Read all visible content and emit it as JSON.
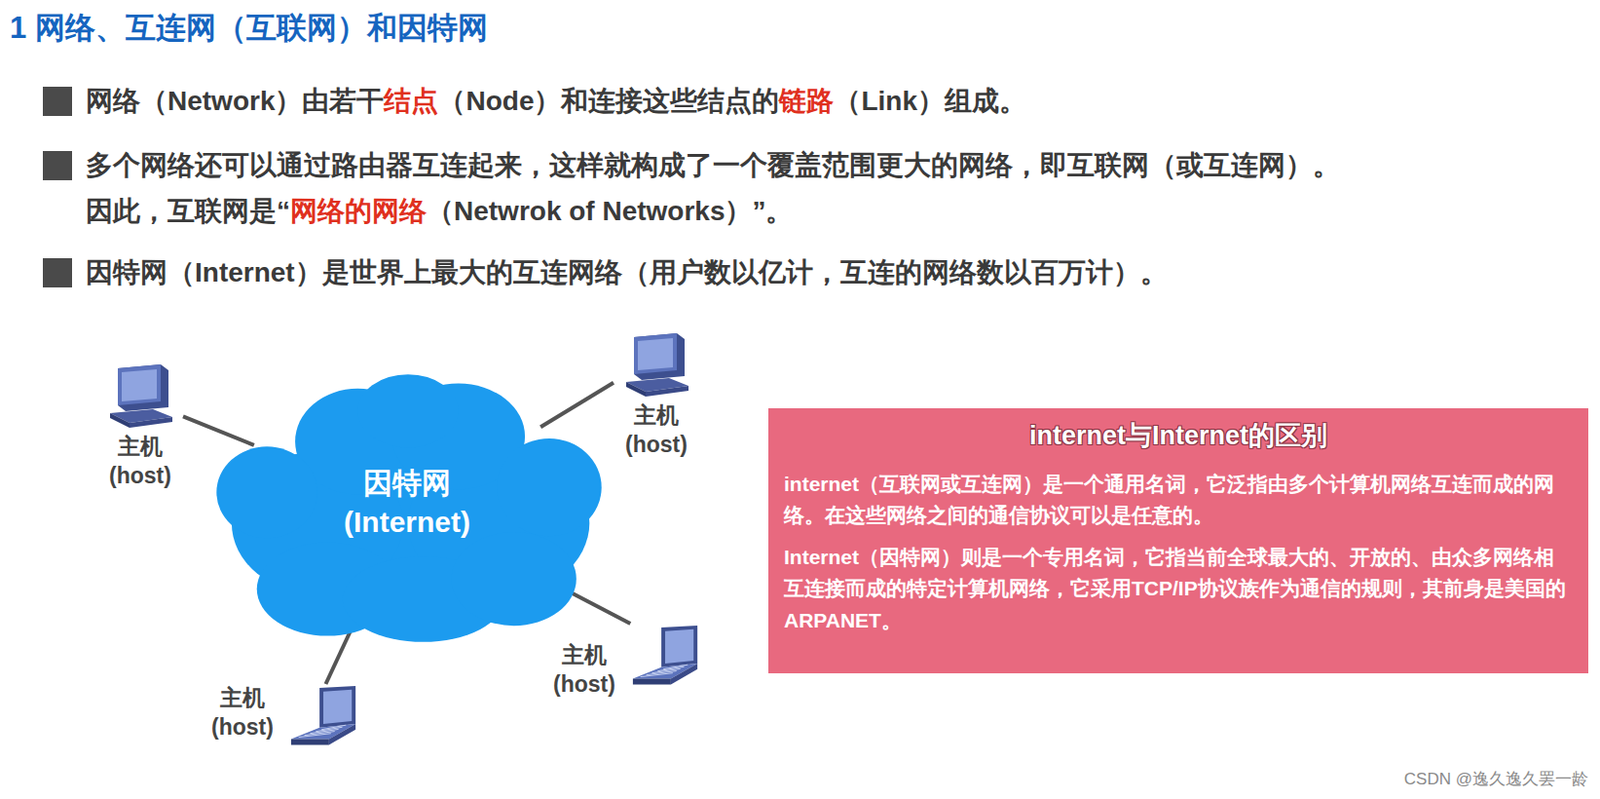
{
  "diagram": {
    "title": "1 网络、互连网（互联网）和因特网",
    "nodes": [
      {
        "text": [
          "因特网 (Internet)"
        ]
      },
      {
        "text": [
          "主机 (host)"
        ]
      },
      {
        "text": [
          "主机 (host)"
        ]
      },
      {
        "text": [
          "主机 (host)"
        ]
      },
      {
        "text": [
          "主机 (host)"
        ]
      },
      {
        "text": [
          "internet与Internet的区别",
          "internet（互联网或互连网）是一个通用名词，它泛指由多个计算机网络互连而成的网络。在这些网络之间的通信协议可以是任意的。",
          "Internet（因特网）则是一个专用名词，它指当前全球最大的、开放的、由众多网络相互连接而成的特定计算机网络，它采用TCP/IP协议族作为通信的规则，其前身是美国的ARPANET。"
        ]
      }
    ],
    "edges": [
      {
        "from": 0,
        "to": 1,
        "arrow": "none"
      },
      {
        "from": 0,
        "to": 2,
        "arrow": "none"
      },
      {
        "from": 0,
        "to": 3,
        "arrow": "none"
      },
      {
        "from": 0,
        "to": 4,
        "arrow": "none"
      }
    ],
    "labels": [
      "网络（Network）由若干",
      "结点",
      "（Node）和连接这些结点的",
      "链路",
      "（Link）组成。",
      "多个网络还可以通过路由器互连起来，这样就构成了一个覆盖范围更大的网络，即互联网（或互连网）。",
      "因此，互联网是“",
      "网络的网络",
      "（Netwrok of Networks）”。",
      "因特网（Internet）是世界上最大的互连网络（用户数以亿计，互连的网络数以百万计）。",
      "CSDN @逸久逸久罢一龄"
    ]
  }
}
